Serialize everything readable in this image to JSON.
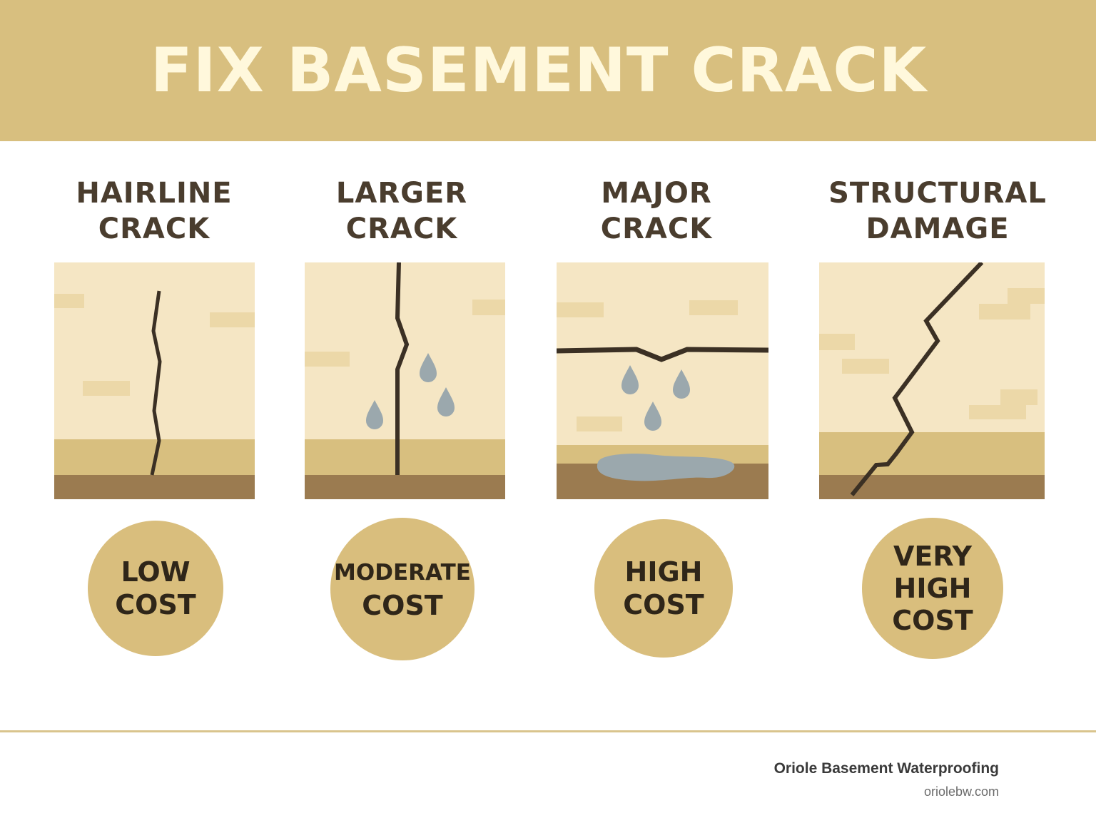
{
  "header": {
    "title": "FIX BASEMENT CRACK"
  },
  "panels": [
    {
      "title_line1": "HAIRLINE",
      "title_line2": "CRACK",
      "cost_lines": [
        "LOW",
        "COST"
      ]
    },
    {
      "title_line1": "LARGER",
      "title_line2": "CRACK",
      "cost_lines": [
        "MODERATE",
        "COST"
      ]
    },
    {
      "title_line1": "MAJOR",
      "title_line2": "CRACK",
      "cost_lines": [
        "HIGH",
        "COST"
      ]
    },
    {
      "title_line1": "STRUCTURAL",
      "title_line2": "DAMAGE",
      "cost_lines": [
        "VERY",
        "HIGH",
        "COST"
      ]
    }
  ],
  "footer": {
    "brand_name": "Oriole Basement Waterproofing",
    "brand_url": "oriolebw.com"
  },
  "colors": {
    "header_bg": "#d8bf7f",
    "header_text": "#fff8dc",
    "wall": "#f5e6c4",
    "brick": "#ecd8a8",
    "floor_band": "#d8bf7f",
    "floor": "#9b7b50",
    "crack": "#3b3024",
    "water": "#9ba8ad",
    "badge": "#d9be7d"
  }
}
